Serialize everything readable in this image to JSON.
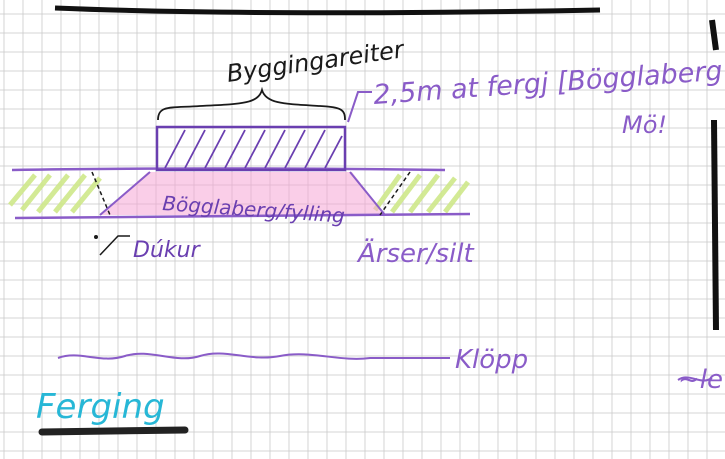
{
  "labels": {
    "top_bracket": "Byggingareiter",
    "depth_note": "2,5m at fergj [Bögglaberg",
    "depth_note_cont": "Mö!",
    "fill": "Bögglaberg/fylling",
    "cloth": "Dúkur",
    "soil": "Ärser/silt",
    "bedrock": "Klöpp",
    "title": "Ferging",
    "edge_right": "~le"
  },
  "colors": {
    "ink_black": "#1a1a1a",
    "ink_purple": "#8a5cc8",
    "ink_purple_dark": "#6a3fb0",
    "highlight_pink": "#f6a6d6",
    "highlight_green": "#cfe88a",
    "ink_cyan": "#27b7d6",
    "grid": "#c9c9c9"
  }
}
